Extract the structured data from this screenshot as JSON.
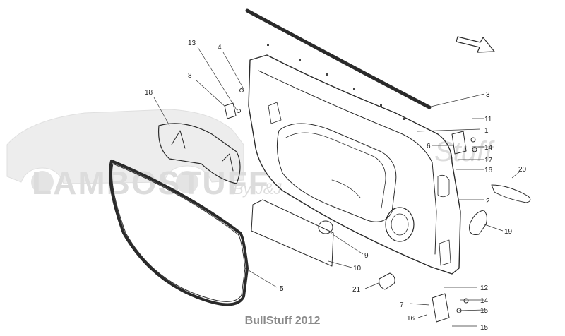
{
  "footer": "BullStuff 2012",
  "watermark": {
    "brand": "LAMBOSTUFF",
    "script": "Stuff",
    "byline": "By J&J"
  },
  "parts": [
    {
      "n": "1"
    },
    {
      "n": "2"
    },
    {
      "n": "3"
    },
    {
      "n": "4"
    },
    {
      "n": "5"
    },
    {
      "n": "6"
    },
    {
      "n": "7"
    },
    {
      "n": "8"
    },
    {
      "n": "9"
    },
    {
      "n": "10"
    },
    {
      "n": "11"
    },
    {
      "n": "12"
    },
    {
      "n": "13"
    },
    {
      "n": "14"
    },
    {
      "n": "14"
    },
    {
      "n": "15"
    },
    {
      "n": "15"
    },
    {
      "n": "16"
    },
    {
      "n": "16"
    },
    {
      "n": "17"
    },
    {
      "n": "18"
    },
    {
      "n": "19"
    },
    {
      "n": "20"
    },
    {
      "n": "21"
    }
  ]
}
